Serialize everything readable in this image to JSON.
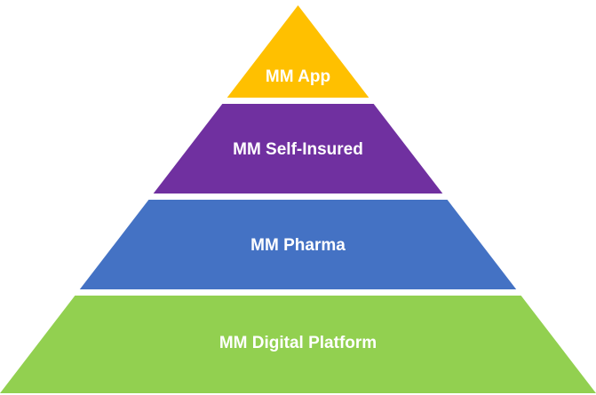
{
  "diagram": {
    "type": "pyramid",
    "title": "",
    "text_color": "#FFFFFF",
    "levels": [
      {
        "label": "MM App",
        "color": "#FFC000"
      },
      {
        "label": "MM Self-Insured",
        "color": "#7030A0"
      },
      {
        "label": "MM Pharma",
        "color": "#4472C4"
      },
      {
        "label": "MM Digital Platform",
        "color": "#92D050"
      }
    ]
  }
}
